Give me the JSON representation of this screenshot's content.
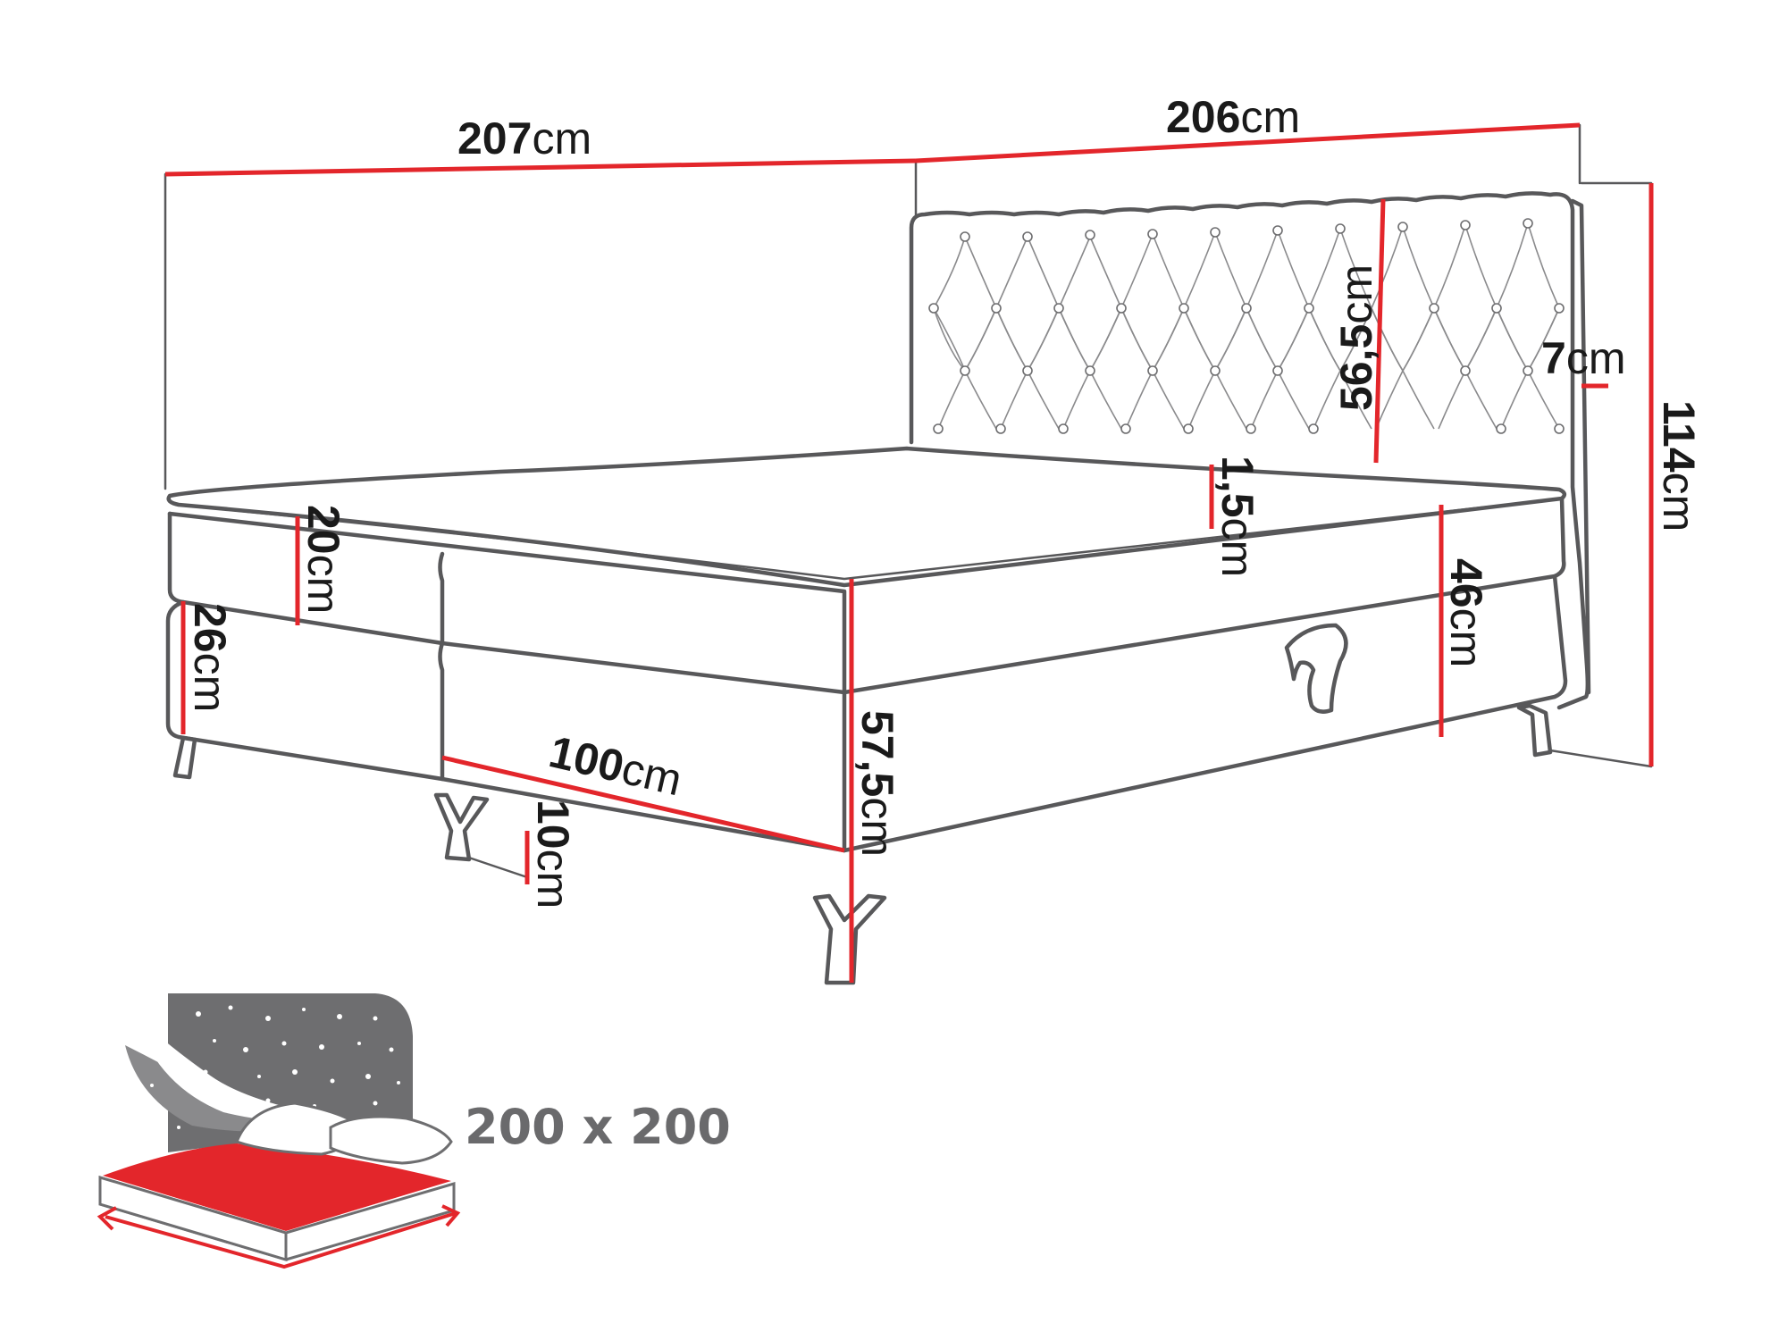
{
  "diagram": {
    "unit": "cm",
    "dimensions": {
      "length_total": "207",
      "headboard_width": "206",
      "headboard_height": "56,5",
      "headboard_thickness": "7",
      "total_height": "114",
      "topper_height": "20",
      "topper_thickness": "1,5",
      "base_height": "26",
      "mattress_height": "46",
      "half_width": "100",
      "bed_height": "57,5",
      "leg_height": "10"
    },
    "sleeping_area": "200 x 200"
  },
  "colors": {
    "outline": "#58585a",
    "dimension_line": "#e3262b",
    "icon_gray": "#6e6e70",
    "icon_red": "#e3262b"
  }
}
